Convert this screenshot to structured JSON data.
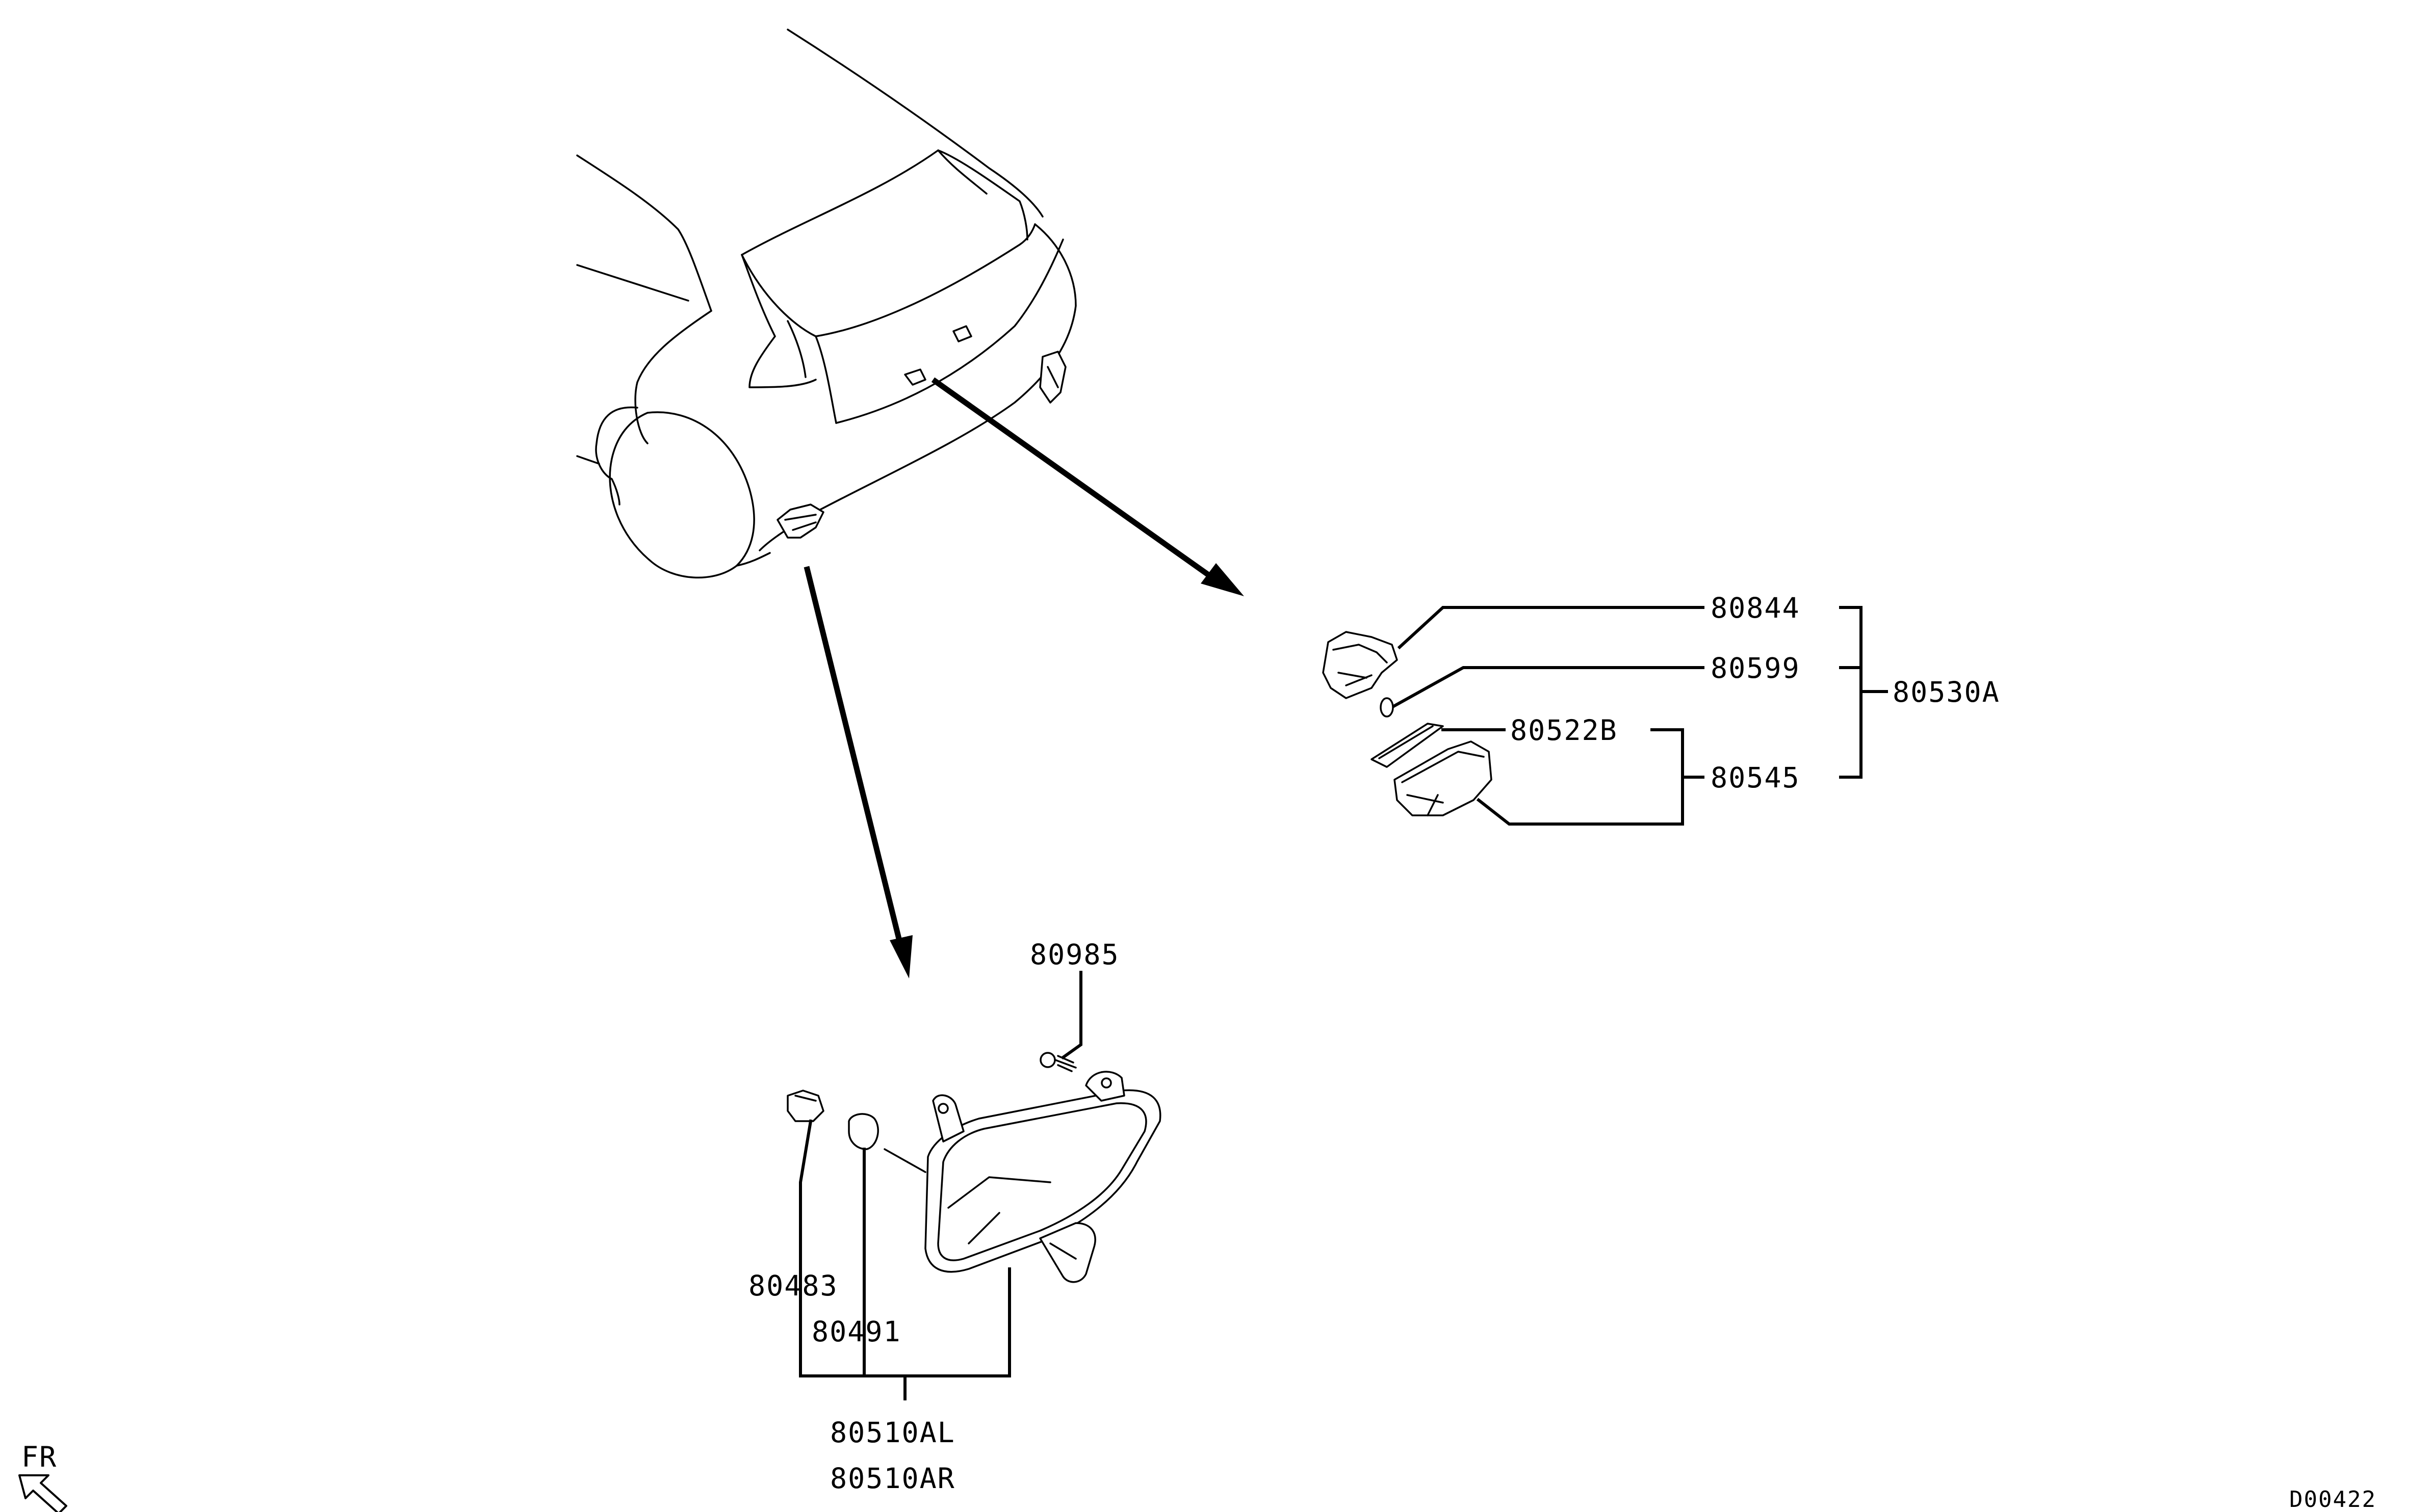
{
  "labels": {
    "p80844": "80844",
    "p80599": "80599",
    "p80530A": "80530A",
    "p80522B": "80522B",
    "p80545": "80545",
    "p80985": "80985",
    "p80483": "80483",
    "p80491": "80491",
    "p80510AL": "80510AL",
    "p80510AR": "80510AR",
    "front_marker": "FR",
    "diagram_code": "D00422"
  },
  "icons": {
    "front_arrow": "front-direction-arrow-icon"
  }
}
